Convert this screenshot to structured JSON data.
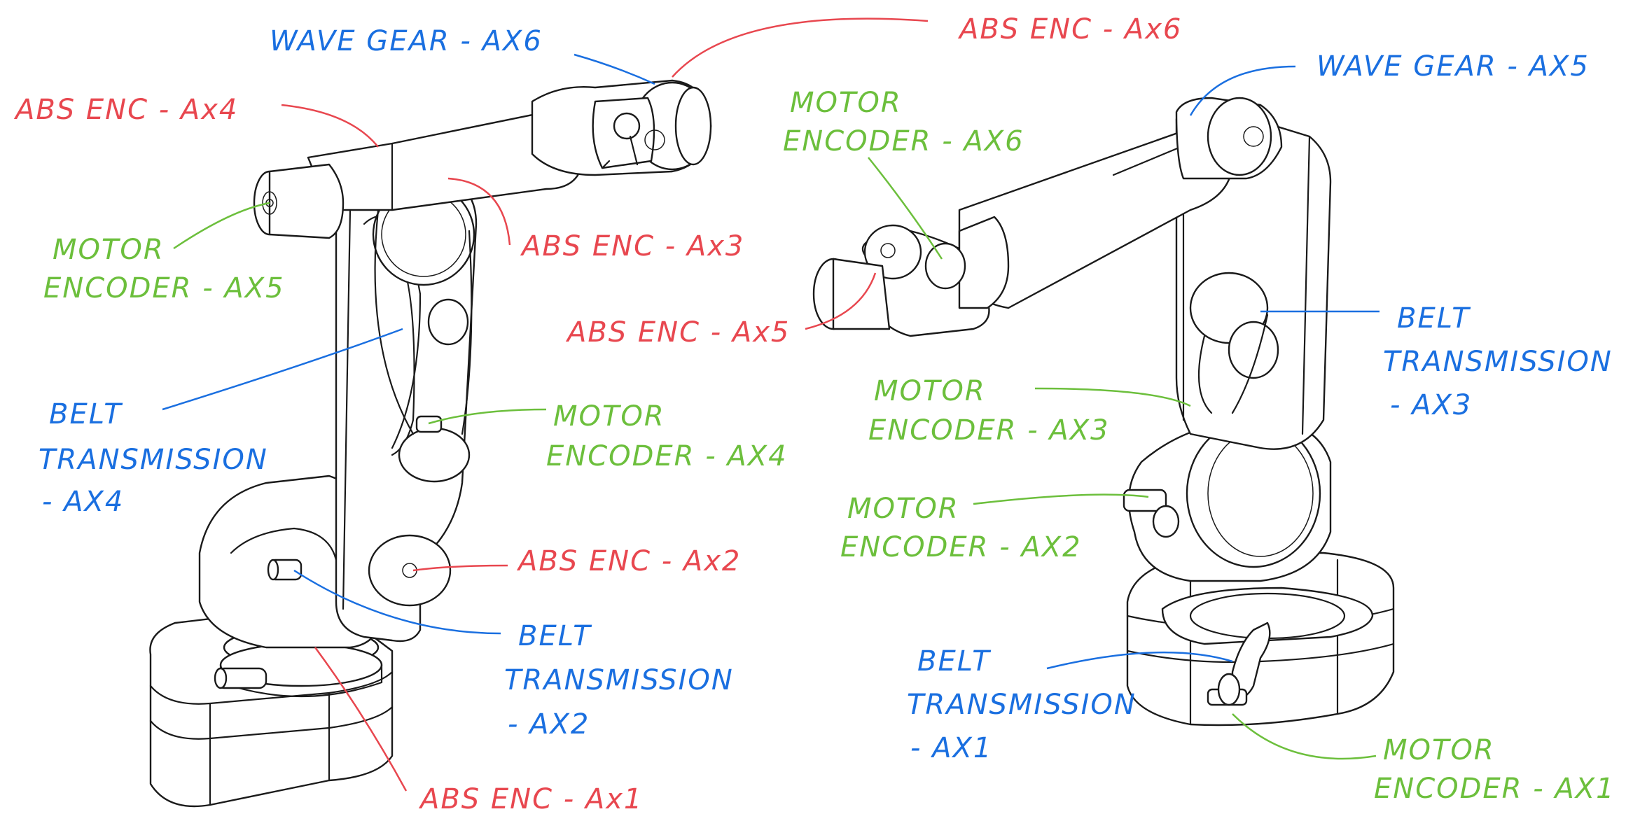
{
  "labels": {
    "wave_gear_ax6": "WAVE GEAR - AX6",
    "abs_enc_ax6": "ABS ENC - Ax6",
    "wave_gear_ax5": "WAVE GEAR - AX5",
    "abs_enc_ax4": "ABS ENC - Ax4",
    "motor_encoder_ax6": [
      "MOTOR",
      "ENCODER - AX6"
    ],
    "motor_encoder_ax5": [
      "MOTOR",
      "ENCODER - AX5"
    ],
    "abs_enc_ax3": "ABS ENC - Ax3",
    "abs_enc_ax5": "ABS ENC - Ax5",
    "belt_transmission_ax3": [
      "BELT",
      "TRANSMISSION",
      "- AX3"
    ],
    "motor_encoder_ax3": [
      "MOTOR",
      "ENCODER - AX3"
    ],
    "belt_transmission_ax4": [
      "BELT",
      "TRANSMISSION",
      "- AX4"
    ],
    "motor_encoder_ax4": [
      "MOTOR",
      "ENCODER - AX4"
    ],
    "motor_encoder_ax2": [
      "MOTOR",
      "ENCODER - AX2"
    ],
    "abs_enc_ax2": "ABS ENC - Ax2",
    "belt_transmission_ax2": [
      "BELT",
      "TRANSMISSION",
      "- AX2"
    ],
    "belt_transmission_ax1": [
      "BELT",
      "TRANSMISSION",
      "- AX1"
    ],
    "motor_encoder_ax1": [
      "MOTOR",
      "ENCODER - AX1"
    ],
    "abs_enc_ax1": "ABS ENC - Ax1"
  },
  "colors": {
    "abs_enc": "#e8474f",
    "wave_gear_and_belt": "#1a6fe0",
    "motor_encoder": "#6cbf3c",
    "line_art": "#1a1a1a"
  }
}
